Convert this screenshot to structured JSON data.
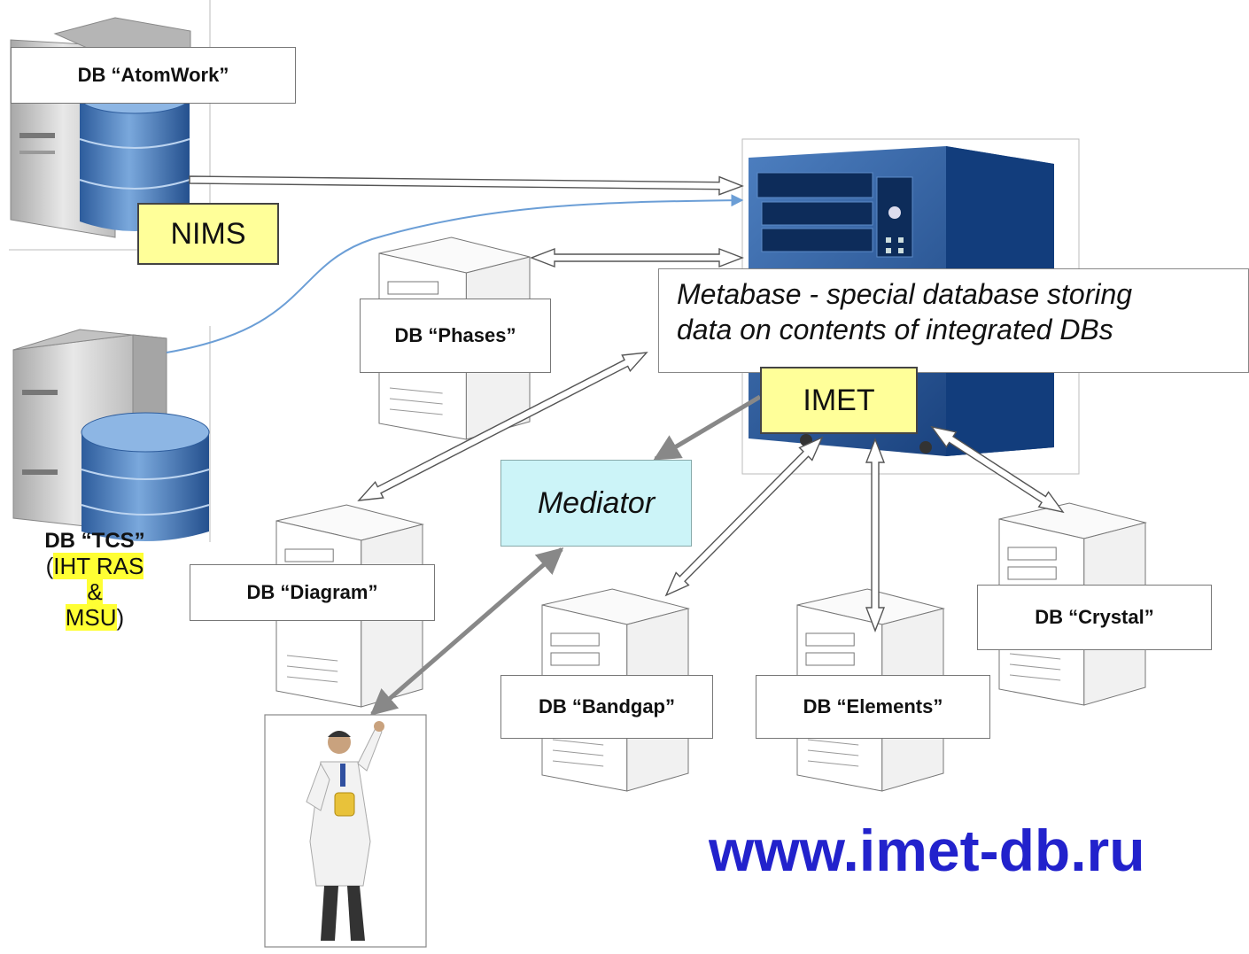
{
  "databases": {
    "atomwork": "DB “AtomWork”",
    "phases": "DB “Phases”",
    "diagram": "DB “Diagram”",
    "bandgap": "DB “Bandgap”",
    "elements": "DB “Elements”",
    "crystal": "DB “Crystal”",
    "tcs": "DB “TCS”"
  },
  "tcs_orgs": {
    "open": "(",
    "org1": "IHT RAS",
    "amp": "&",
    "org2": "MSU",
    "close": ")"
  },
  "labels": {
    "nims": "NIMS",
    "imet": "IMET",
    "mediator": "Mediator"
  },
  "metabase": {
    "line1": "Metabase - special database storing",
    "line2": "data on contents of integrated DBs"
  },
  "url": "www.imet-db.ru",
  "colors": {
    "url": "#2222cc",
    "label_highlight": "#ffff99",
    "mediator_fill": "#ccf4f8",
    "server_blue": "#1d4f93",
    "cylinder_blue": "#3f72b0"
  }
}
